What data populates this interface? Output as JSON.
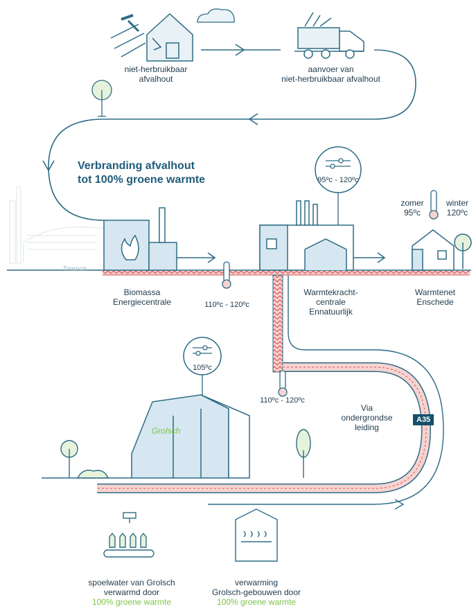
{
  "headline": {
    "line1": "Verbranding afvalhout",
    "line2": "tot 100% groene warmte"
  },
  "labels": {
    "source_line1": "niet-herbruikbaar",
    "source_line2": "afvalhout",
    "supply_line1": "aanvoer van",
    "supply_line2": "niet-herbruikbaar afvalhout",
    "biomass_line1": "Biomassa",
    "biomass_line2": "Energiecentrale",
    "chp_line1": "Warmtekracht-",
    "chp_line2": "centrale",
    "chp_line3": "Ennatuurlijk",
    "network_line1": "Warmtenet",
    "network_line2": "Enschede",
    "pipe_line1": "Via",
    "pipe_line2": "ondergrondse",
    "pipe_line3": "leiding",
    "road": "A35",
    "twence_sign": "Twence",
    "grolsch_sign": "Grolsch"
  },
  "temperatures": {
    "chp_gauge": "95ºc - 120ºc",
    "after_biomass": "110ºc - 120ºc",
    "branch_pipe": "110ºc - 120ºc",
    "grolsch_gauge": "105ºc",
    "summer_label": "zomer",
    "summer_value": "95ºc",
    "winter_label": "winter",
    "winter_value": "120ºc"
  },
  "uses": {
    "rinse_line1": "spoelwater van Grolsch",
    "rinse_line2": "verwarmd door",
    "rinse_line3": "100% groene warmte",
    "heating_line1": "verwarming",
    "heating_line2": "Grolsch-gebouwen door",
    "heating_line3": "100% groene warmte"
  },
  "colors": {
    "navy": "#1f3a4d",
    "teal": "#2e6b85",
    "accent_green": "#7ec24b",
    "pipe_red": "#d9534f",
    "pipe_fill": "#f6d3d1",
    "building_blue": "#d6e7f1"
  }
}
